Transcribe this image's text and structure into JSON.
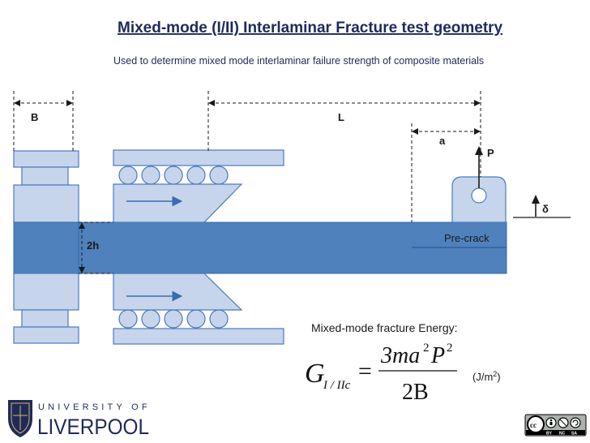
{
  "title": "Mixed-mode (I/II) Interlaminar Fracture test geometry",
  "subtitle": "Used to determine mixed mode interlaminar failure strength of composite materials",
  "labels": {
    "width": "B",
    "length": "L",
    "crack_length": "a",
    "load": "P",
    "displacement": "δ",
    "thickness": "2h",
    "precrack": "Pre-crack"
  },
  "equation": {
    "heading": "Mixed-mode fracture Energy:",
    "lhs": "G",
    "lhs_subscript": "I / IIc",
    "equals": "=",
    "numerator": "3ma",
    "numerator_exp1": "2",
    "numerator_p": "P",
    "numerator_exp2": "2",
    "denominator": "2B",
    "units_prefix": "(J/m",
    "units_exp": "2",
    "units_suffix": ")"
  },
  "logo": {
    "top_line": "UNIVERSITY OF",
    "name": "LIVERPOOL"
  },
  "license": {
    "icons": [
      "cc-icon",
      "by-icon",
      "nc-icon",
      "sa-icon"
    ],
    "labels": [
      "BY",
      "NC",
      "SA"
    ]
  },
  "colors": {
    "beam": "#4f81bd",
    "fixture_fill": "#c6d5ec",
    "fixture_stroke": "#4d79bd",
    "title_text": "#1f2a5a"
  }
}
